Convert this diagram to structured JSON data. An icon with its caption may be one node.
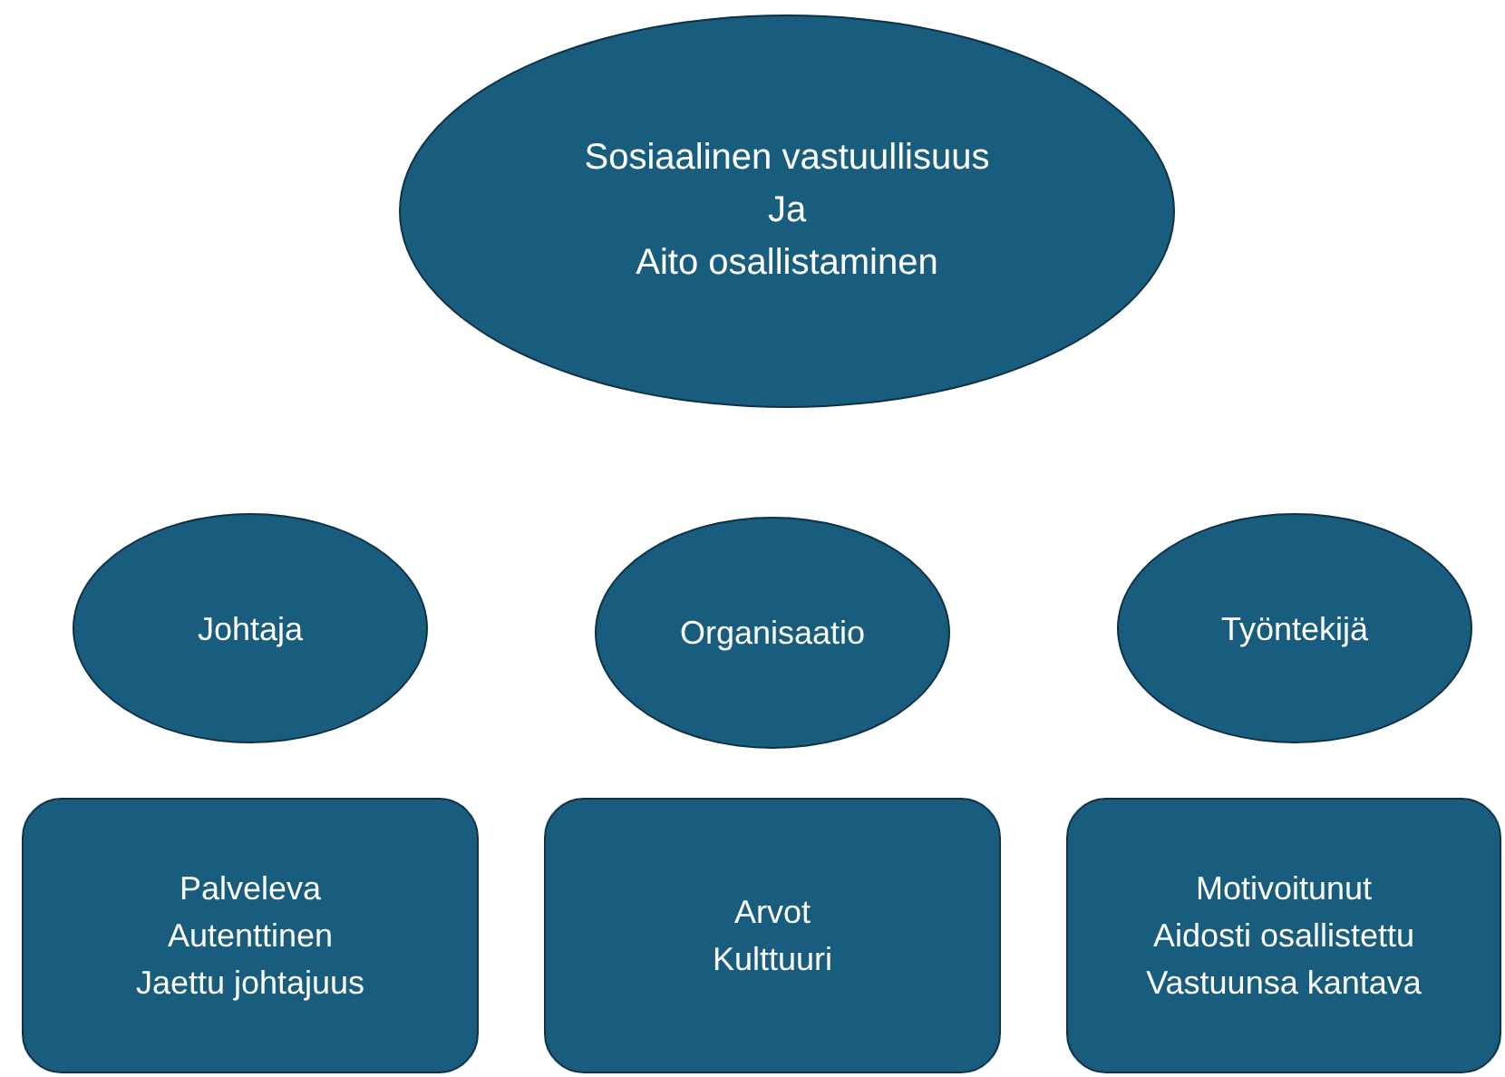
{
  "diagram": {
    "nodes": [
      {
        "text": [
          "Sosiaalinen vastuullisuus",
          "Ja",
          "Aito osallistaminen"
        ]
      },
      {
        "text": [
          "Johtaja"
        ]
      },
      {
        "text": [
          "Organisaatio"
        ]
      },
      {
        "text": [
          "Työntekijä"
        ]
      },
      {
        "text": [
          "Palveleva",
          "Autenttinen",
          "Jaettu johtajuus"
        ]
      },
      {
        "text": [
          "Arvot",
          "Kulttuuri"
        ]
      },
      {
        "text": [
          "Motivoitunut",
          "Aidosti osallistettu",
          "Vastuunsa kantava"
        ]
      }
    ]
  }
}
